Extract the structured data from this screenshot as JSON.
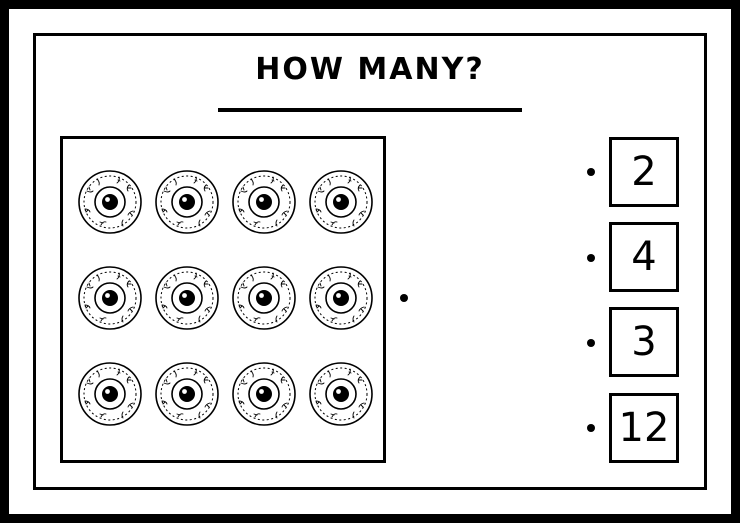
{
  "worksheet": {
    "title": "HOW MANY?",
    "picture": {
      "object_icon": "eyeball-icon",
      "rows": 3,
      "columns": 4
    },
    "answer_options": [
      {
        "label": "2"
      },
      {
        "label": "4"
      },
      {
        "label": "3"
      },
      {
        "label": "12"
      }
    ]
  }
}
